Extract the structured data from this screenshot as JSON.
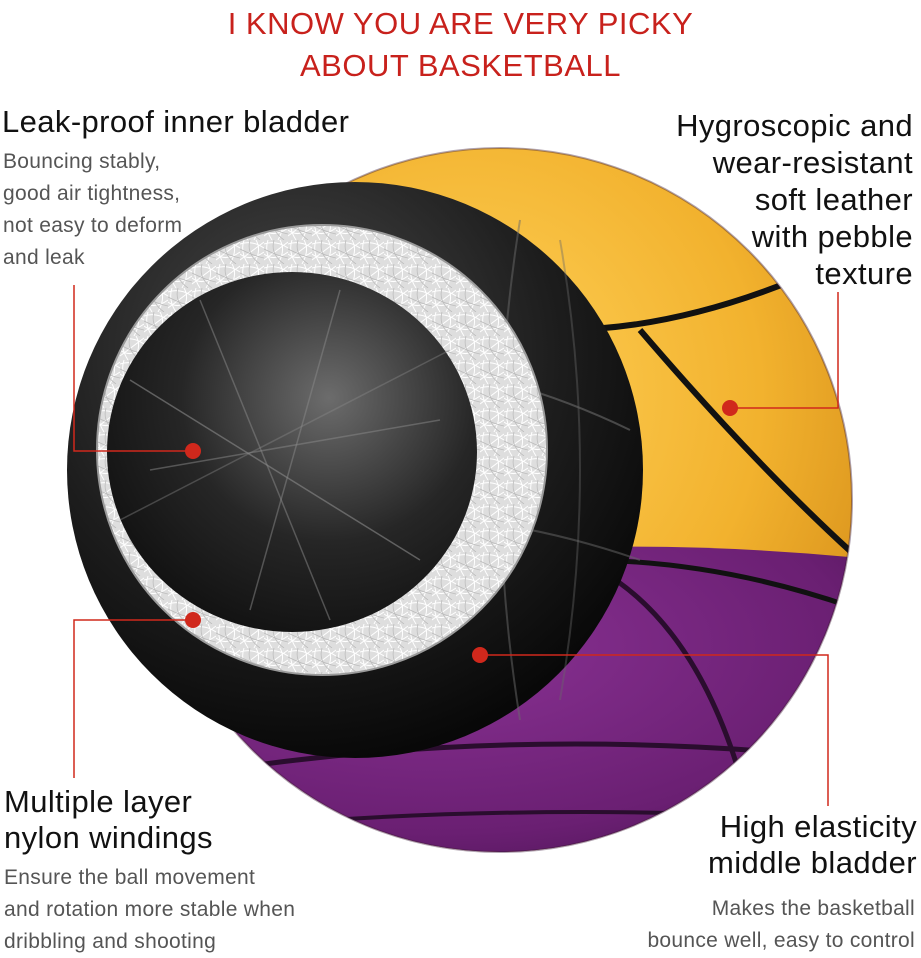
{
  "title": {
    "line1": "I KNOW YOU ARE VERY PICKY",
    "line2": "ABOUT BASKETBALL"
  },
  "features": {
    "inner_bladder": {
      "heading": "Leak-proof inner bladder",
      "desc": [
        "Bouncing stably,",
        "good air tightness,",
        "not easy to deform",
        "and leak"
      ]
    },
    "leather": {
      "heading": [
        "Hygroscopic and",
        "wear-resistant",
        "soft leather",
        "with pebble",
        "texture"
      ]
    },
    "nylon": {
      "heading": [
        "Multiple layer",
        "nylon windings"
      ],
      "desc": [
        "Ensure the ball movement",
        "and rotation more stable when",
        "dribbling and shooting"
      ]
    },
    "middle_bladder": {
      "heading": [
        "High elasticity",
        "middle bladder"
      ],
      "desc": [
        "Makes the basketball",
        "bounce well, easy to control"
      ]
    }
  },
  "colors": {
    "title_red": "#c8211c",
    "callout_red": "#d0281c",
    "ball_yellow": "#f2b22e",
    "ball_purple": "#6a1f72",
    "bladder_black": "#1a1a1a",
    "nylon_white": "#e6e6e6"
  }
}
